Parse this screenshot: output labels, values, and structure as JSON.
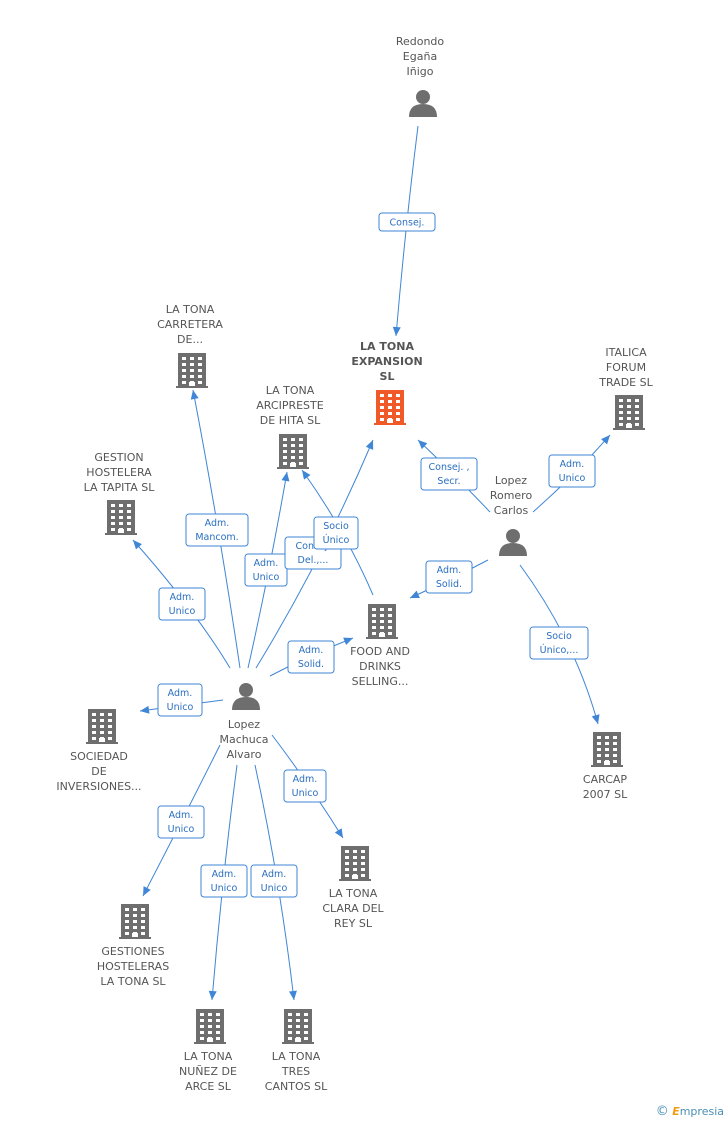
{
  "colors": {
    "edge": "#3f86d6",
    "building": "#6e6e6e",
    "center_building": "#f05a28",
    "person": "#6e6e6e"
  },
  "nodes": [
    {
      "id": "redondo",
      "kind": "person",
      "icon": "person-icon",
      "lines": [
        "Redondo",
        "Egaña",
        "Iñigo"
      ]
    },
    {
      "id": "la_tona_expansion",
      "kind": "company-center",
      "icon": "building-icon",
      "lines": [
        "LA TONA",
        "EXPANSION",
        "SL"
      ]
    },
    {
      "id": "carretera",
      "kind": "company",
      "icon": "building-icon",
      "lines": [
        "LA TONA",
        "CARRETERA",
        "DE..."
      ]
    },
    {
      "id": "arcipreste",
      "kind": "company",
      "icon": "building-icon",
      "lines": [
        "LA TONA",
        "ARCIPRESTE",
        "DE HITA  SL"
      ]
    },
    {
      "id": "tapita",
      "kind": "company",
      "icon": "building-icon",
      "lines": [
        "GESTION",
        "HOSTELERA",
        "LA TAPITA SL"
      ]
    },
    {
      "id": "italica",
      "kind": "company",
      "icon": "building-icon",
      "lines": [
        "ITALICA",
        "FORUM",
        "TRADE SL"
      ]
    },
    {
      "id": "lopez_romero",
      "kind": "person",
      "icon": "person-icon",
      "lines": [
        "Lopez",
        "Romero",
        "Carlos"
      ]
    },
    {
      "id": "food",
      "kind": "company",
      "icon": "building-icon",
      "lines": [
        "FOOD AND",
        "DRINKS",
        "SELLING..."
      ]
    },
    {
      "id": "lopez_machuca",
      "kind": "person",
      "icon": "person-icon",
      "lines": [
        "Lopez",
        "Machuca",
        "Alvaro"
      ]
    },
    {
      "id": "sociedad",
      "kind": "company",
      "icon": "building-icon",
      "lines": [
        "SOCIEDAD",
        "DE",
        "INVERSIONES..."
      ]
    },
    {
      "id": "carcap",
      "kind": "company",
      "icon": "building-icon",
      "lines": [
        "CARCAP",
        "2007 SL"
      ]
    },
    {
      "id": "clara",
      "kind": "company",
      "icon": "building-icon",
      "lines": [
        "LA TONA",
        "CLARA DEL",
        "REY  SL"
      ]
    },
    {
      "id": "gestiones",
      "kind": "company",
      "icon": "building-icon",
      "lines": [
        "GESTIONES",
        "HOSTELERAS",
        "LA TONA SL"
      ]
    },
    {
      "id": "nunez",
      "kind": "company",
      "icon": "building-icon",
      "lines": [
        "LA TONA",
        "NUÑEZ DE",
        "ARCE  SL"
      ]
    },
    {
      "id": "tres",
      "kind": "company",
      "icon": "building-icon",
      "lines": [
        "LA TONA",
        "TRES",
        "CANTOS  SL"
      ]
    }
  ],
  "edges": [
    {
      "from": "redondo",
      "to": "la_tona_expansion",
      "role": [
        "Consej."
      ]
    },
    {
      "from": "lopez_romero",
      "to": "la_tona_expansion",
      "role": [
        "Consej. ,",
        "Secr."
      ]
    },
    {
      "from": "lopez_romero",
      "to": "italica",
      "role": [
        "Adm.",
        "Unico"
      ]
    },
    {
      "from": "lopez_romero",
      "to": "food",
      "role": [
        "Adm.",
        "Solid."
      ]
    },
    {
      "from": "lopez_romero",
      "to": "carcap",
      "role": [
        "Socio",
        "Único,..."
      ]
    },
    {
      "from": "lopez_machuca",
      "to": "carretera",
      "role": [
        "Adm.",
        "Mancom."
      ]
    },
    {
      "from": "lopez_machuca",
      "to": "arcipreste",
      "role": [
        "Adm.",
        "Unico"
      ]
    },
    {
      "from": "lopez_machuca",
      "to": "la_tona_expansion",
      "role": [
        "Consej.",
        "Del.,..."
      ]
    },
    {
      "from": "food",
      "to": "arcipreste",
      "role": [
        "Socio",
        "Único"
      ]
    },
    {
      "from": "lopez_machuca",
      "to": "tapita",
      "role": [
        "Adm.",
        "Unico"
      ]
    },
    {
      "from": "lopez_machuca",
      "to": "food",
      "role": [
        "Adm.",
        "Solid."
      ]
    },
    {
      "from": "lopez_machuca",
      "to": "sociedad",
      "role": [
        "Adm.",
        "Unico"
      ]
    },
    {
      "from": "lopez_machuca",
      "to": "clara",
      "role": [
        "Adm.",
        "Unico"
      ]
    },
    {
      "from": "lopez_machuca",
      "to": "gestiones",
      "role": [
        "Adm.",
        "Unico"
      ]
    },
    {
      "from": "lopez_machuca",
      "to": "nunez",
      "role": [
        "Adm.",
        "Unico"
      ]
    },
    {
      "from": "lopez_machuca",
      "to": "tres",
      "role": [
        "Adm.",
        "Unico"
      ]
    }
  ],
  "brand": {
    "symbol": "©",
    "initial": "E",
    "rest": "mpresia"
  }
}
